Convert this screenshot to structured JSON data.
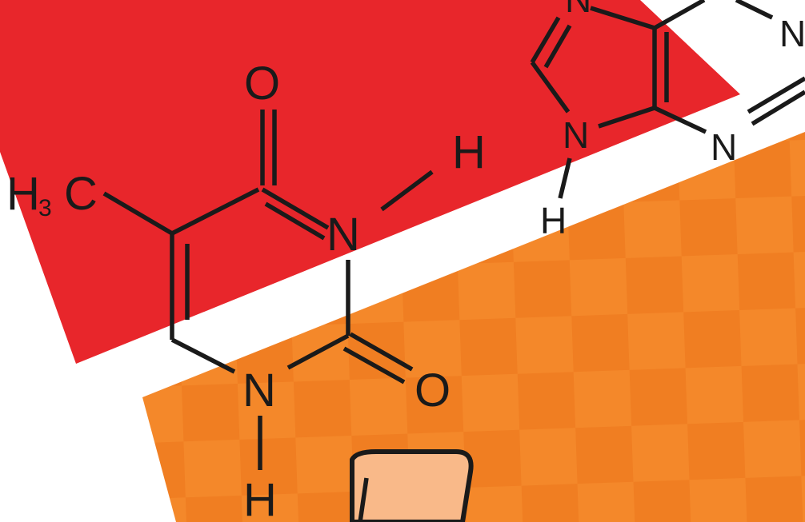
{
  "molecule": {
    "methyl_group": "H",
    "methyl_c": "C",
    "methyl_subscript": "3",
    "carbonyl_oxygen_top": "O",
    "carbonyl_oxygen_bottom": "O",
    "imide_nitrogen": "N",
    "imide_hydrogen": "H",
    "ring_nitrogen_bottom": "N",
    "ring_hydrogen_bottom": "H"
  },
  "partner_molecule": {
    "nitrogen_top": "N",
    "nitrogen_right": "N",
    "nitrogen_left": "N",
    "nitrogen_bottom_right": "N",
    "hydrogen": "H"
  },
  "colors": {
    "red_panel": "#e8262b",
    "orange_panel": "#f4882a",
    "orange_check": "#f07e22",
    "bond": "#1a1a1a",
    "sugar_fill": "#f9b989"
  }
}
